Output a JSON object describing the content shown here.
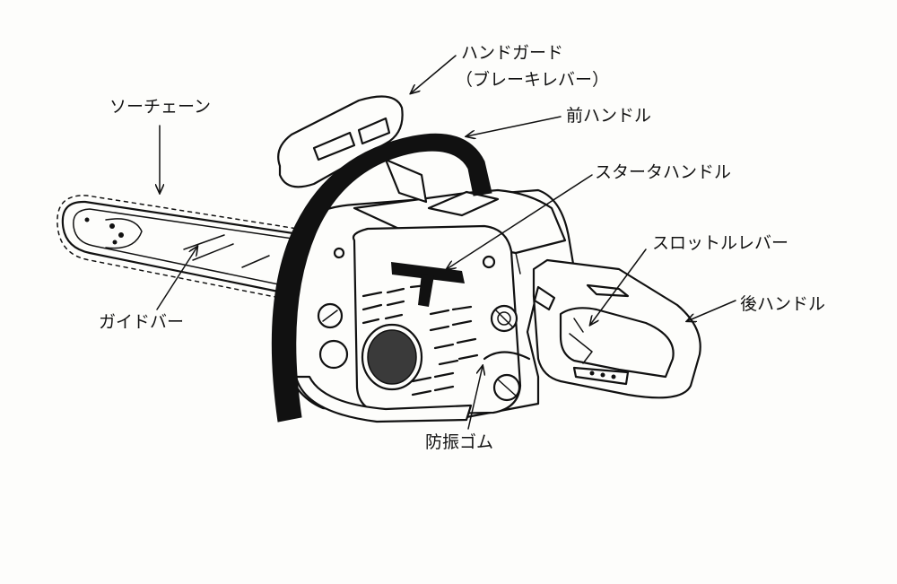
{
  "labels": {
    "hand_guard": "ハンドガード",
    "brake_lever": "（ブレーキレバー）",
    "saw_chain": "ソーチェーン",
    "front_handle": "前ハンドル",
    "starter_handle": "スタータハンドル",
    "throttle_lever": "スロットルレバー",
    "rear_handle": "後ハンドル",
    "guide_bar": "ガイドバー",
    "anti_vibration_rubber": "防振ゴム"
  }
}
